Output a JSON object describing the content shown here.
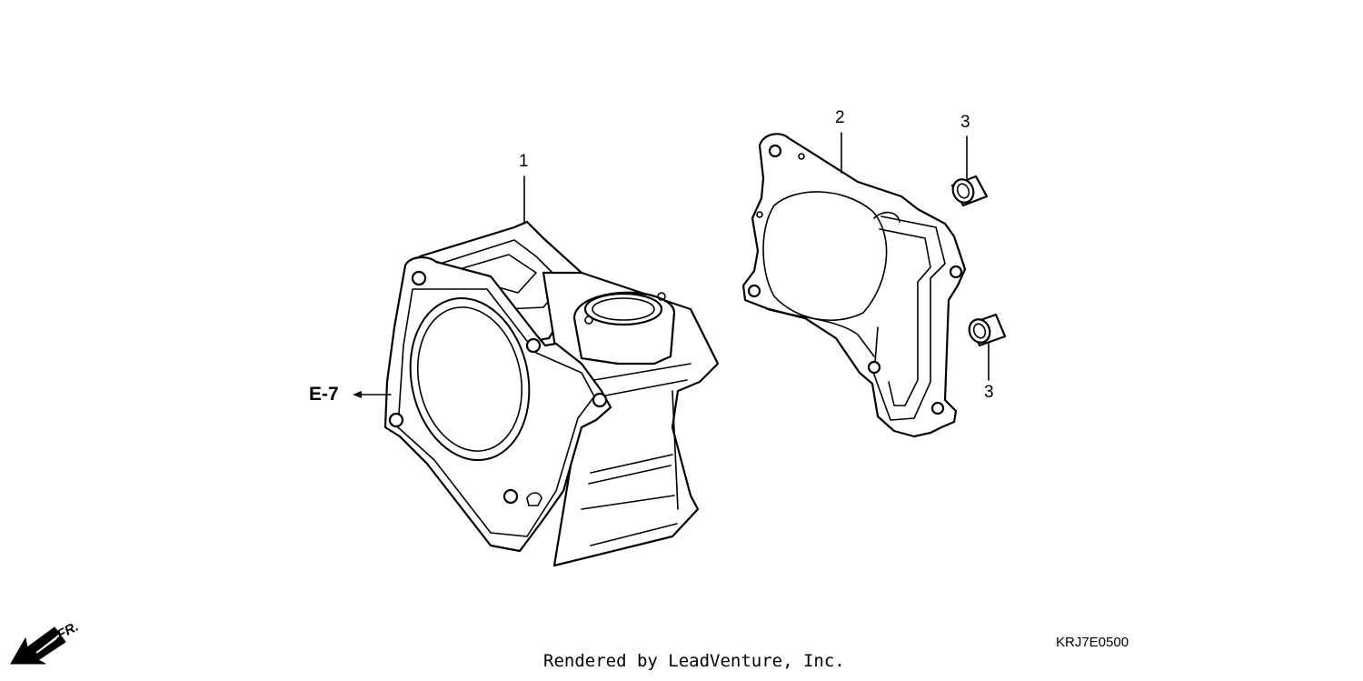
{
  "callouts": {
    "part1": "1",
    "part2": "2",
    "part3_top": "3",
    "part3_bottom": "3"
  },
  "reference": "E-7",
  "direction_label": "FR.",
  "diagram_code": "KRJ7E0500",
  "credit": "Rendered by LeadVenture, Inc."
}
